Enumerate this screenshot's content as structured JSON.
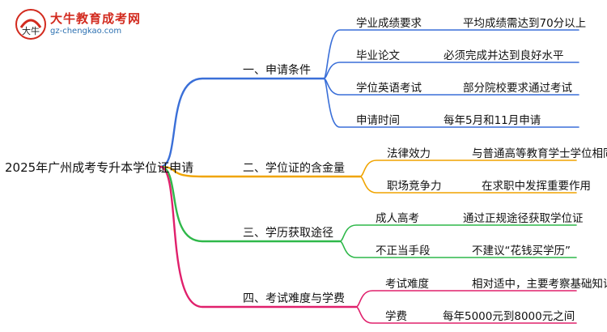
{
  "logo": {
    "title": "大牛教育成考网",
    "url": "gz-chengkao.com",
    "mark_text": "大牛"
  },
  "root": {
    "label": "2025年广州成考专升本学位证申请"
  },
  "branches": [
    {
      "label": "一、申请条件",
      "color": "#3a6fd8",
      "items": [
        {
          "label": "学业成绩要求",
          "value": "平均成绩需达到70分以上"
        },
        {
          "label": "毕业论文",
          "value": "必须完成并达到良好水平"
        },
        {
          "label": "学位英语考试",
          "value": "部分院校要求通过考试"
        },
        {
          "label": "申请时间",
          "value": "每年5月和11月申请"
        }
      ]
    },
    {
      "label": "二、学位证的含金量",
      "color": "#f0a400",
      "items": [
        {
          "label": "法律效力",
          "value": "与普通高等教育学士学位相同"
        },
        {
          "label": "职场竞争力",
          "value": "在求职中发挥重要作用"
        }
      ]
    },
    {
      "label": "三、学历获取途径",
      "color": "#2fb84a",
      "items": [
        {
          "label": "成人高考",
          "value": "通过正规途径获取学位证"
        },
        {
          "label": "不正当手段",
          "value": "不建议“花钱买学历”"
        }
      ]
    },
    {
      "label": "四、考试难度与学费",
      "color": "#e0206c",
      "items": [
        {
          "label": "考试难度",
          "value": "相对适中，主要考察基础知识"
        },
        {
          "label": "学费",
          "value": "每年5000元到8000元之间"
        }
      ]
    }
  ]
}
